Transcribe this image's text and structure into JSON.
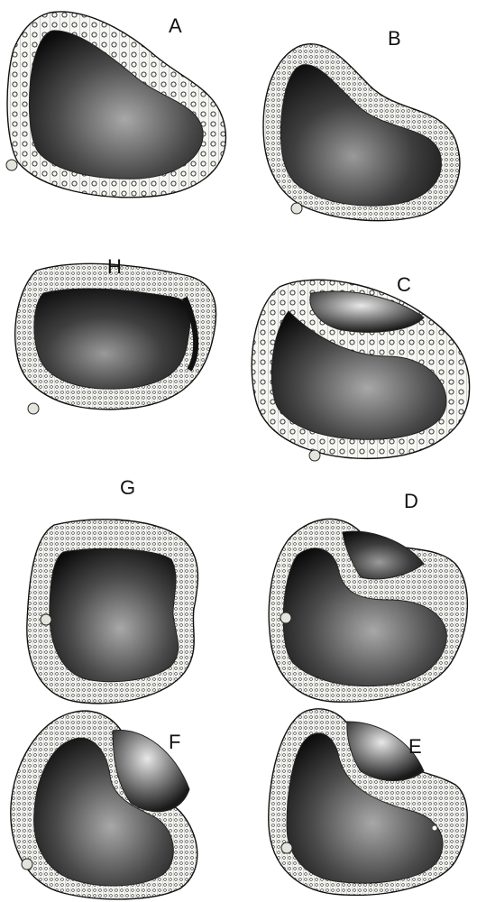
{
  "figure": {
    "panels": [
      {
        "id": "A",
        "label": "A"
      },
      {
        "id": "B",
        "label": "B"
      },
      {
        "id": "H",
        "label": "H"
      },
      {
        "id": "C",
        "label": "C"
      },
      {
        "id": "G",
        "label": "G"
      },
      {
        "id": "D",
        "label": "D"
      },
      {
        "id": "F",
        "label": "F"
      },
      {
        "id": "E",
        "label": "E"
      }
    ]
  },
  "colors": {
    "background": "#ffffff",
    "ink": "#111111",
    "cell_wall": "#f6f6f2",
    "cavity_dark": "#0d0d0d",
    "cavity_light": "#b8b8b8"
  }
}
